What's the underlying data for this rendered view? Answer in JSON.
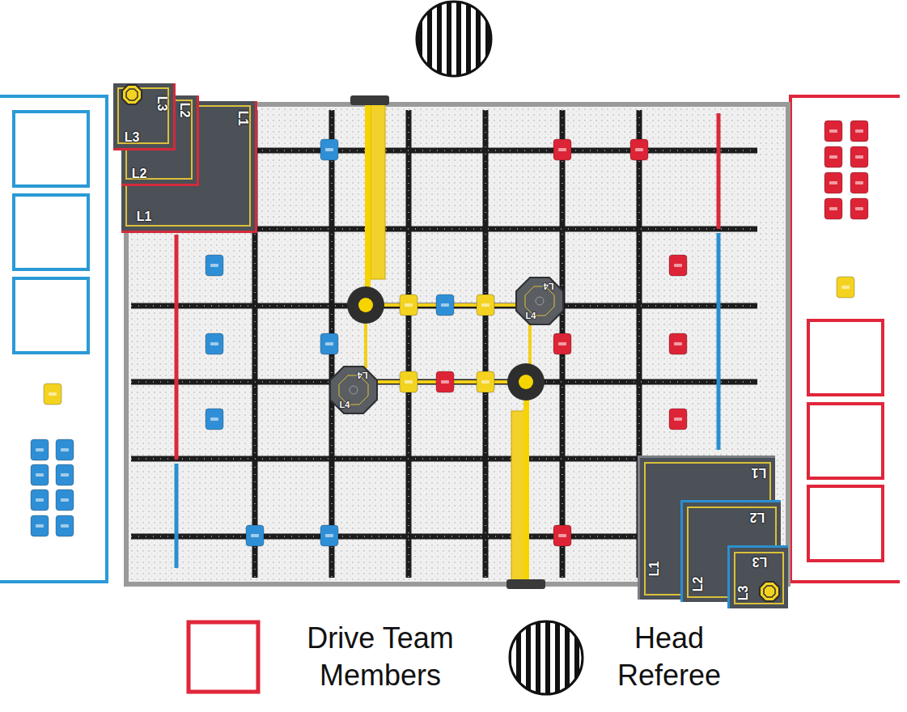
{
  "diagram": {
    "nodes": [
      {
        "text": [
          "L1",
          "L1"
        ]
      },
      {
        "text": [
          "L2",
          "L2"
        ],
        "in": 0
      },
      {
        "text": [
          "L3",
          "L3"
        ],
        "in": 1
      },
      {
        "text": [
          "L4",
          "L4"
        ]
      },
      {
        "text": [
          "L4",
          "L4"
        ]
      },
      {
        "text": [
          "L1",
          "L1"
        ]
      },
      {
        "text": [
          "L2",
          "L2"
        ],
        "in": 5
      },
      {
        "text": [
          "L3",
          "L3"
        ],
        "in": 6
      }
    ],
    "legend": [
      {
        "text": "Drive Team Members"
      },
      {
        "text": "Head Referee"
      }
    ]
  }
}
